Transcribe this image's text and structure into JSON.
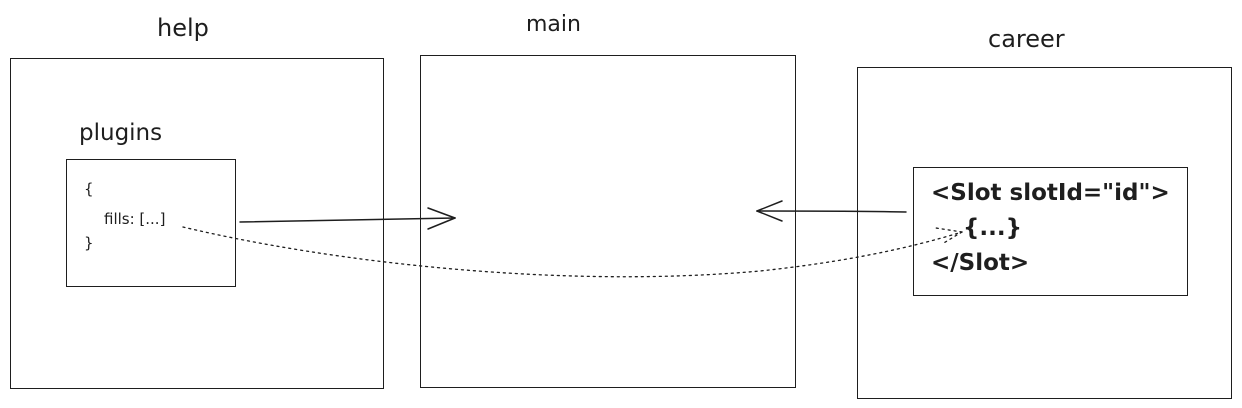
{
  "panels": {
    "help": {
      "title": "help"
    },
    "main": {
      "title": "main"
    },
    "career": {
      "title": "career"
    }
  },
  "plugins": {
    "title": "plugins",
    "open_brace": "{",
    "fills_line": "fills: [...]",
    "close_brace": "}"
  },
  "slot": {
    "open_tag": "<Slot slotId=\"id\">",
    "content": "{...}",
    "close_tag": "</Slot>"
  },
  "colors": {
    "stroke": "#1e1e1e",
    "background": "#ffffff"
  }
}
